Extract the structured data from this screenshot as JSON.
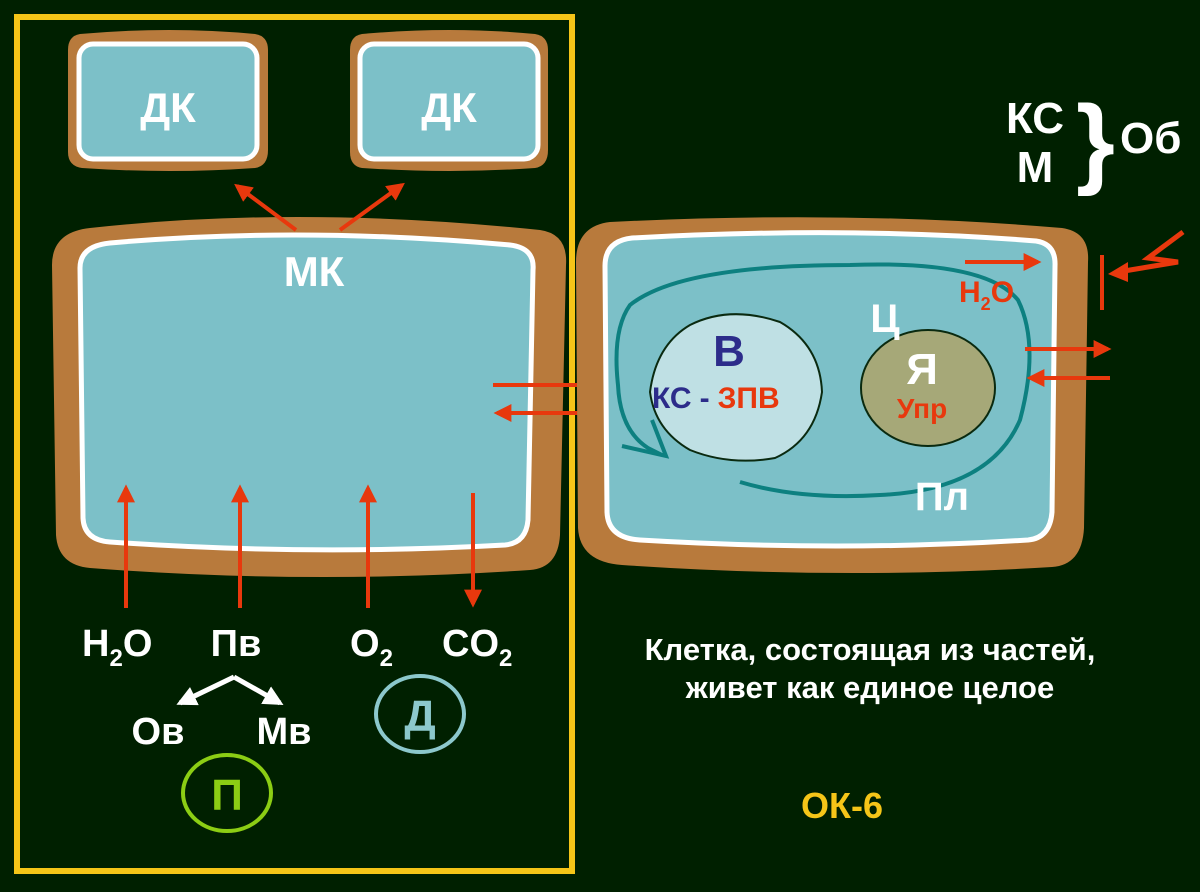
{
  "colors": {
    "background": "#002000",
    "frame": "#f5c518",
    "cell_wall": "#b87a3c",
    "cytoplasm": "#7cc0c8",
    "arrow": "#e8380d",
    "streaming": "#0d8080",
    "vacuole": "#bfe0e4",
    "nucleus": "#a6a878",
    "circle_p": "#8ccd14",
    "circle_d": "#8cc8cc"
  },
  "left": {
    "daughter_cell_1": "ДК",
    "daughter_cell_2": "ДК",
    "mother_cell": "МК",
    "inputs": {
      "water_h": "H",
      "water_sub": "2",
      "water_o": "O",
      "nutrients": "Пв",
      "oxygen_o": "O",
      "oxygen_sub": "2",
      "co2_co": "CO",
      "co2_sub": "2"
    },
    "branch_left": "Ов",
    "branch_right": "Мв",
    "circle_p": "П",
    "circle_d": "Д"
  },
  "right": {
    "vacuole_letter": "В",
    "vacuole_text_1": "КС",
    "vacuole_dash": "-",
    "vacuole_text_2": "ЗПВ",
    "cytoplasm_label": "Ц",
    "nucleus_letter": "Я",
    "nucleus_text": "Упр",
    "plasmalemma": "Пл",
    "water_h": "H",
    "water_sub": "2",
    "water_o": "O"
  },
  "legend": {
    "line_1": "КС",
    "line_2": "М",
    "brace": "}",
    "side": "Об"
  },
  "caption_1": "Клетка, состоящая из частей,",
  "caption_2": "живет как единое целое",
  "code": "ОК-6",
  "icons": [
    "arrow-icon",
    "lightning-icon",
    "brace-icon"
  ]
}
